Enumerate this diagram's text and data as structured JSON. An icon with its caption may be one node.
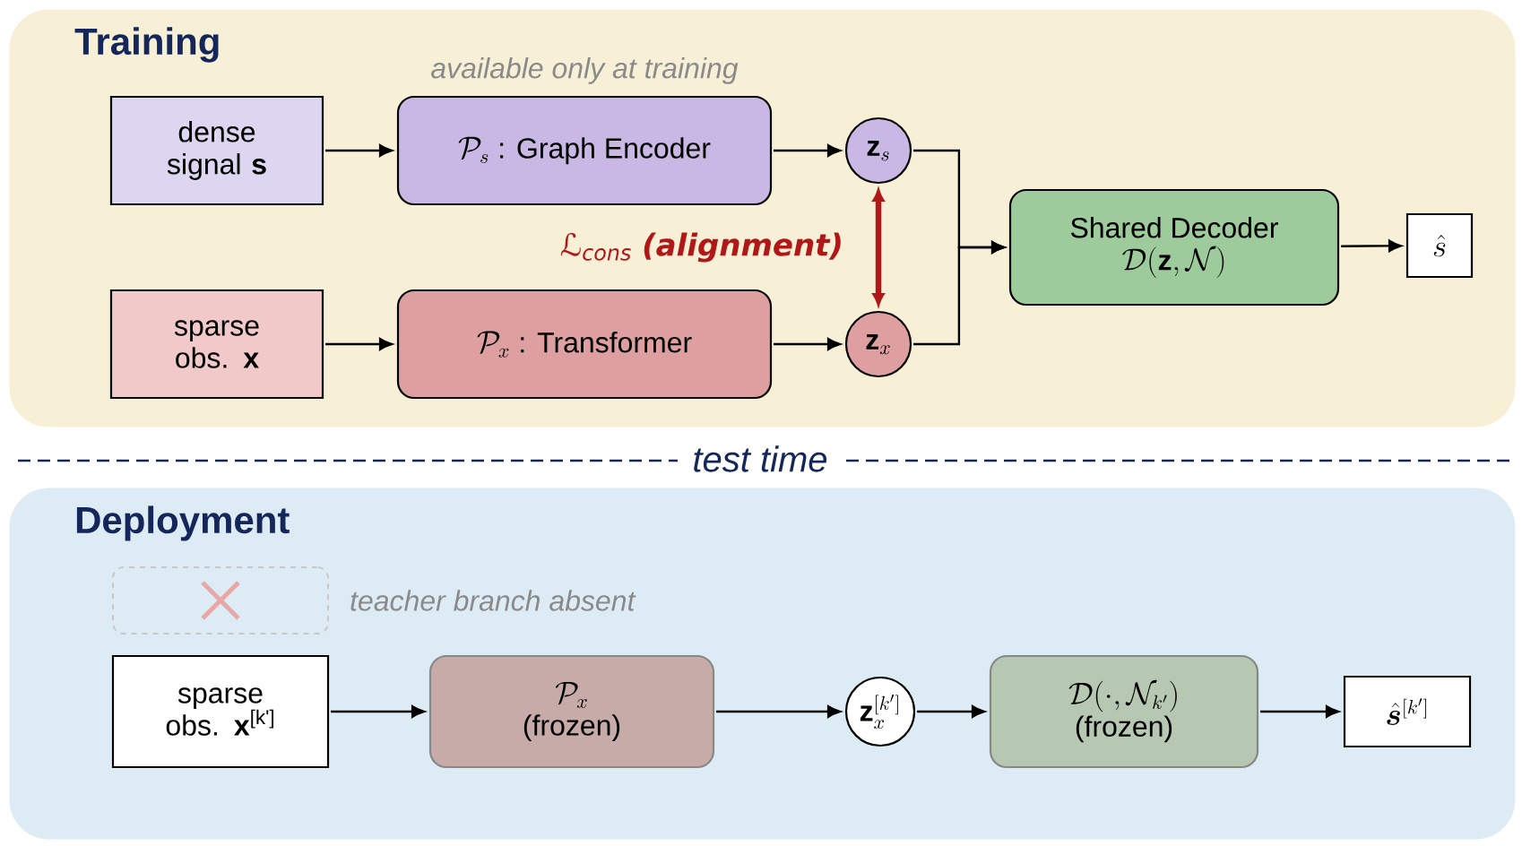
{
  "diagram": {
    "nodes": [
      {
        "text": [
          "Training"
        ]
      },
      {
        "text": [
          "dense signal **s**"
        ],
        "in": 0
      },
      {
        "text": [
          "\\mathcal{P}_s",
          ": Graph Encoder"
        ],
        "in": 0,
        "beside": [
          "available only at training"
        ]
      },
      {
        "text": [
          "\\mathbf{z}_s"
        ],
        "in": 0
      },
      {
        "text": [
          "sparse obs. **x**"
        ],
        "in": 0
      },
      {
        "text": [
          "\\mathcal{P}_x",
          ": Transformer"
        ],
        "in": 0
      },
      {
        "text": [
          "\\mathbf{z}_x"
        ],
        "in": 0
      },
      {
        "text": [
          "Shared Decoder",
          "\\mathcal{D}(\\mathbf{z},\\mathcal{N})"
        ],
        "in": 0
      },
      {
        "text": [
          "\\hat{s}"
        ],
        "in": 0
      },
      {
        "text": [
          "Deployment"
        ]
      },
      {
        "text": [],
        "shape": "box",
        "in": 9,
        "beside": [
          "teacher branch absent"
        ]
      },
      {
        "text": [
          "sparse obs. **x**$^{[k']}$"
        ],
        "in": 9
      },
      {
        "text": [
          "\\mathcal{P}_x",
          "(frozen)"
        ],
        "in": 9
      },
      {
        "text": [
          "\\mathbf{z}_x^{[k']}"
        ],
        "in": 9
      },
      {
        "text": [
          "\\mathcal{D}(\\cdot,\\mathcal{N}_{k'})",
          "(frozen)"
        ],
        "in": 9
      },
      {
        "text": [
          "\\hat{\\boldsymbol{s}}^{[k']}"
        ],
        "in": 9
      }
    ],
    "edges": [
      {
        "from": 1,
        "to": 2,
        "arrow": "to"
      },
      {
        "from": 2,
        "to": 3,
        "arrow": "to"
      },
      {
        "from": 4,
        "to": 5,
        "arrow": "to"
      },
      {
        "from": 5,
        "to": 6,
        "arrow": "to"
      },
      {
        "from": 3,
        "to": 7,
        "arrow": "to"
      },
      {
        "from": 6,
        "to": 7,
        "arrow": "to"
      },
      {
        "from": 3,
        "to": 6,
        "arrow": "both",
        "style": "thick",
        "color": "#b01818",
        "label": "ℒ$_{cons}$ **(alignment)**"
      },
      {
        "from": 7,
        "to": 8,
        "arrow": "to"
      },
      {
        "from": 11,
        "to": 12,
        "arrow": "to"
      },
      {
        "from": 12,
        "to": 13,
        "arrow": "to"
      },
      {
        "from": 13,
        "to": 14,
        "arrow": "to"
      },
      {
        "from": 14,
        "to": 15,
        "arrow": "to"
      }
    ],
    "labels": [
      "test time"
    ]
  }
}
